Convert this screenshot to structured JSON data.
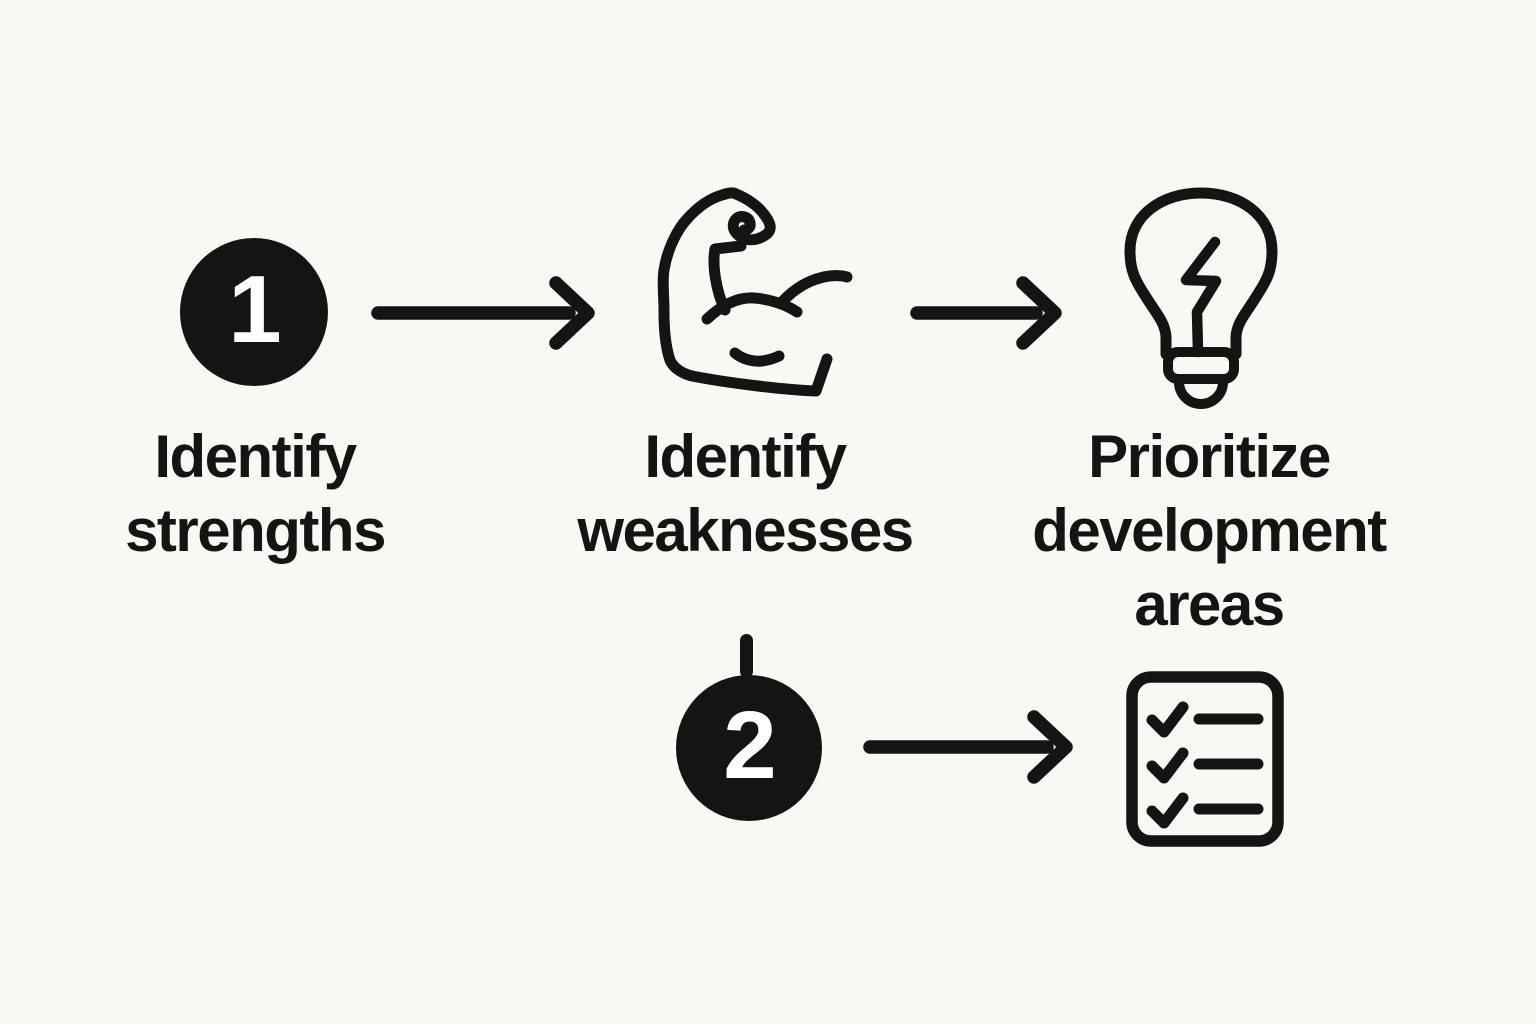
{
  "canvas": {
    "background": "#f9f8f5",
    "ink": "#141414",
    "badge_text_color": "#ffffff"
  },
  "steps": [
    {
      "badge": "1",
      "icon": "number-badge",
      "caption": [
        "Identify",
        "strengths"
      ]
    },
    {
      "icon": "flexed-biceps",
      "caption": [
        "Identify",
        "weaknesses"
      ]
    },
    {
      "icon": "lightbulb-lightning",
      "caption": [
        "Prioritize",
        "development",
        "areas"
      ]
    },
    {
      "badge": "2",
      "icon": "number-badge"
    },
    {
      "icon": "checklist"
    }
  ],
  "connectors": {
    "type": "right-arrow",
    "count": 3
  }
}
